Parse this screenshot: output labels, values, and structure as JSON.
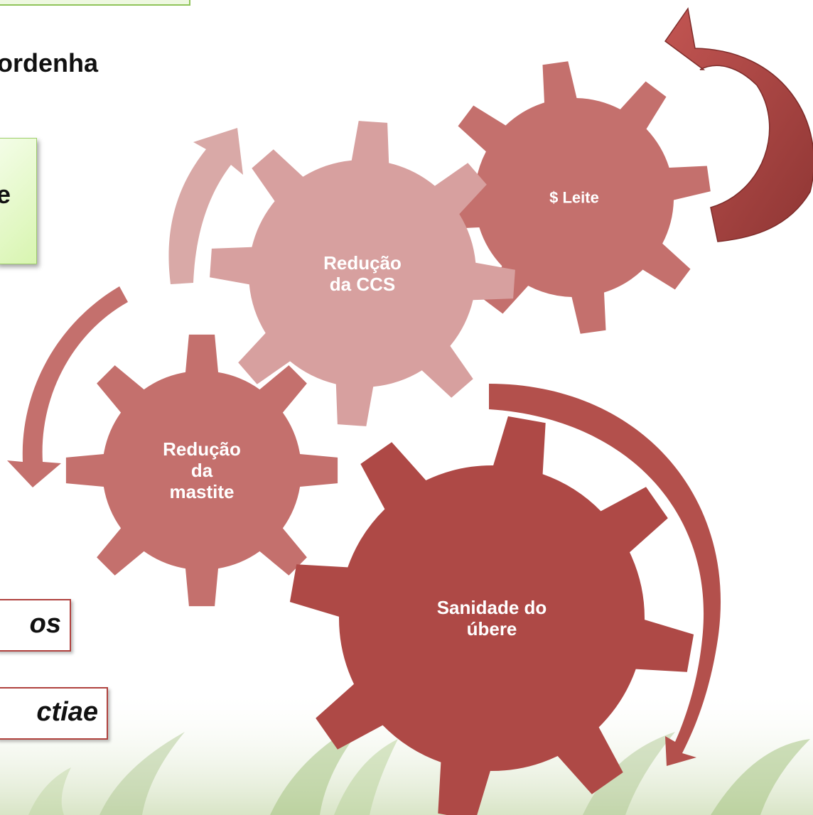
{
  "heading": "ordenha",
  "green_box_text": "e",
  "red_box_1_text": "os",
  "red_box_2_text": "ctiae",
  "gears": [
    {
      "id": "leite",
      "label_lines": [
        "$ Leite"
      ],
      "color": "#c4706d"
    },
    {
      "id": "ccs",
      "label_lines": [
        "Redução",
        "da CCS"
      ],
      "color": "#d7a09f"
    },
    {
      "id": "mastite",
      "label_lines": [
        "Redução",
        "da",
        "mastite"
      ],
      "color": "#c4706d"
    },
    {
      "id": "ubere",
      "label_lines": [
        "Sanidade do",
        "úbere"
      ],
      "color": "#ae4946"
    }
  ],
  "colors": {
    "arrow_dark": "#a94340",
    "arrow_mid": "#c4706d",
    "arrow_light": "#d9a9a7",
    "box_border": "#b0413e",
    "green_border": "#8fc45a"
  }
}
